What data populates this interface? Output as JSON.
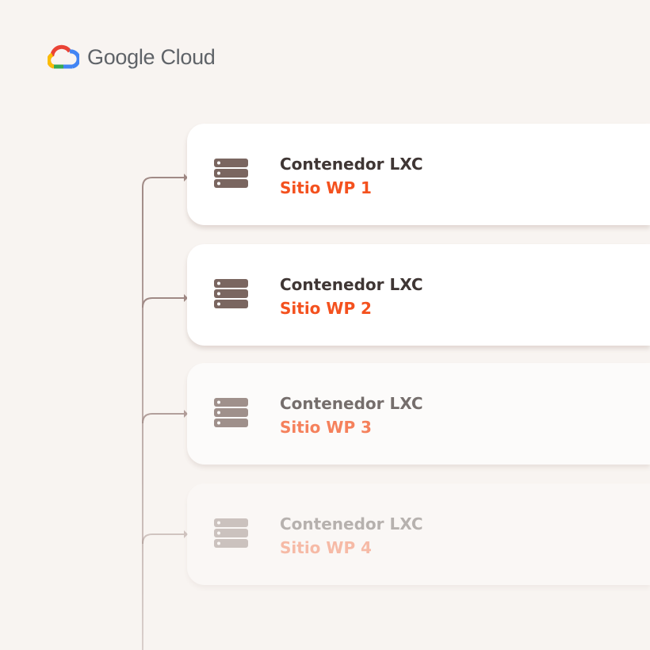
{
  "brand": {
    "name": "Google Cloud",
    "icon": "google-cloud-logo"
  },
  "colors": {
    "background": "#f8f4f1",
    "accent": "#f4511e",
    "title": "#3f3634",
    "icon": "#7a6660",
    "connector": "#a08a86"
  },
  "cards": [
    {
      "title": "Contenedor LXC",
      "subtitle": "Sitio WP 1",
      "icon": "server-icon",
      "opacity": 1
    },
    {
      "title": "Contenedor LXC",
      "subtitle": "Sitio WP 2",
      "icon": "server-icon",
      "opacity": 1
    },
    {
      "title": "Contenedor LXC",
      "subtitle": "Sitio WP 3",
      "icon": "server-icon",
      "opacity": 0.7
    },
    {
      "title": "Contenedor LXC",
      "subtitle": "Sitio WP 4",
      "icon": "server-icon",
      "opacity": 0.35
    }
  ]
}
